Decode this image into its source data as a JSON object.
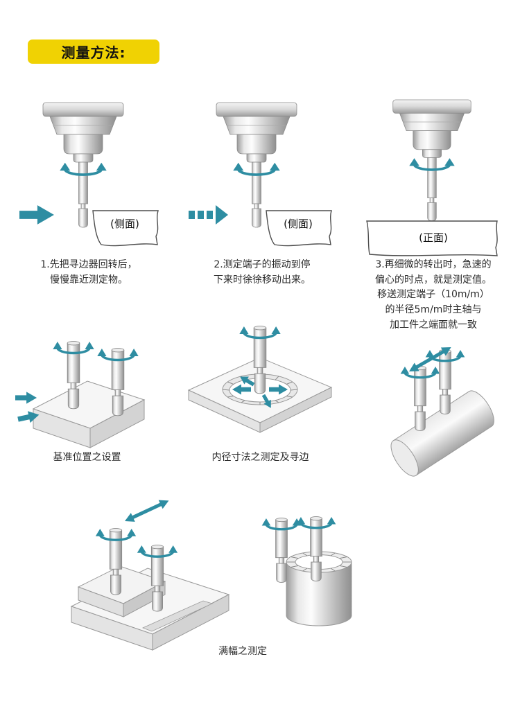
{
  "header": {
    "badge_label": "测量方法:"
  },
  "steps": [
    {
      "face_label": "(侧面)",
      "caption_lines": [
        "1.先把寻边器回转后，",
        "慢慢靠近测定物。"
      ]
    },
    {
      "face_label": "(侧面)",
      "caption_lines": [
        "2.测定端子的振动到停",
        "下来时徐徐移动出来。"
      ]
    },
    {
      "face_label": "(正面)",
      "caption_lines": [
        "3.再细微的转出时，急速的",
        "偏心的时点，就是测定值。",
        "移送测定端子（10m/m）",
        "的半径5m/m时主轴与",
        "加工件之端面就一致"
      ]
    }
  ],
  "applications": {
    "datum_setting_caption": "基准位置之设置",
    "bore_measure_caption": "内径寸法之测定及寻边",
    "full_width_caption": "满幅之测定"
  },
  "colors": {
    "badge_yellow": "#F0D203",
    "arrow_teal": "#2E8DA2",
    "metal_dark": "#8f8f8f",
    "outline_gray": "#999999"
  }
}
